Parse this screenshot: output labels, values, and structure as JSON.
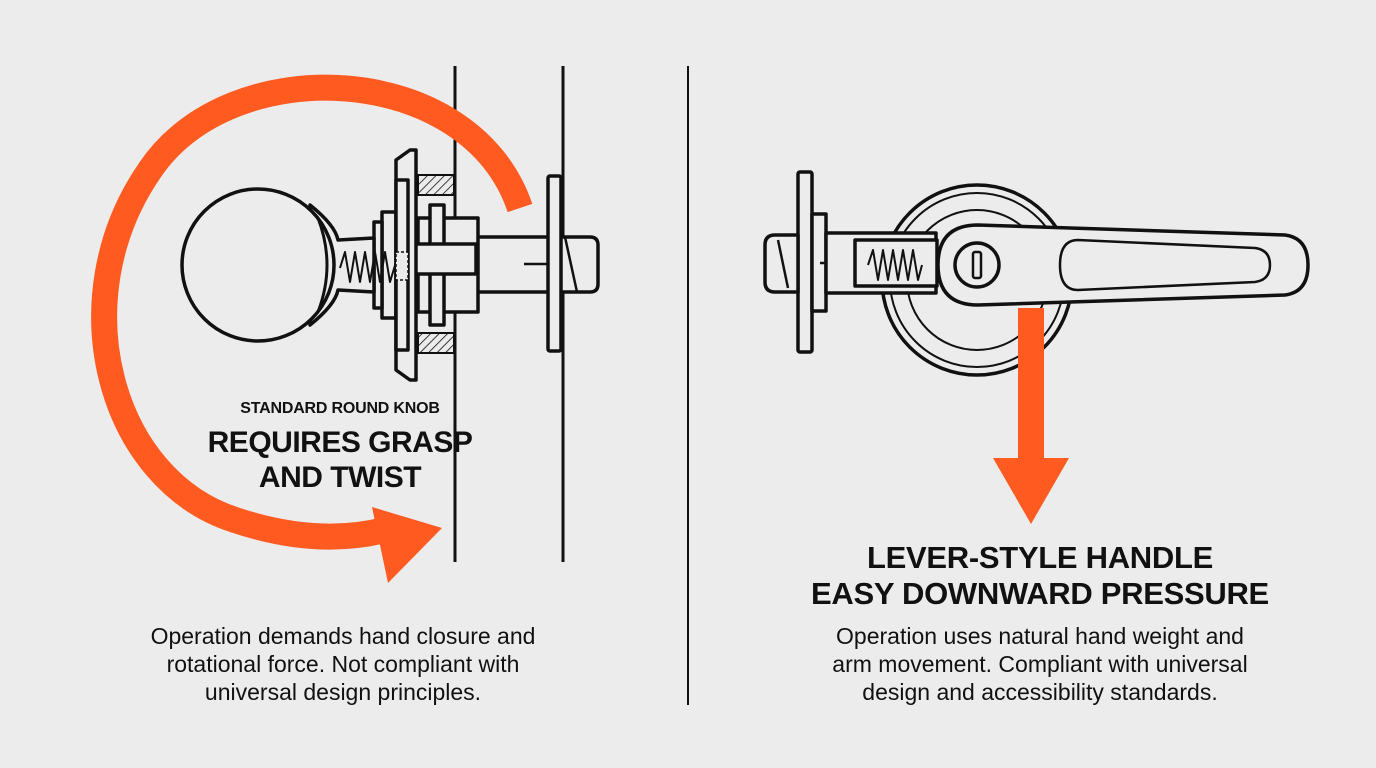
{
  "colors": {
    "background": "#ececec",
    "line": "#111111",
    "accent": "#ff5a1f"
  },
  "knob": {
    "subtitle": "STANDARD ROUND KNOB",
    "title_line1": "REQUIRES GRASP",
    "title_line2": "AND TWIST",
    "description_line1": "Operation demands hand closure and",
    "description_line2": "rotational force. Not compliant with",
    "description_line3": "universal design principles.",
    "motion_icon": "rotation-arrow-icon"
  },
  "lever": {
    "title_line1": "LEVER-STYLE HANDLE",
    "title_line2": "EASY DOWNWARD PRESSURE",
    "description_line1": "Operation uses natural hand weight and",
    "description_line2": "arm movement. Compliant with universal",
    "description_line3": "design and accessibility standards.",
    "motion_icon": "down-arrow-icon"
  }
}
